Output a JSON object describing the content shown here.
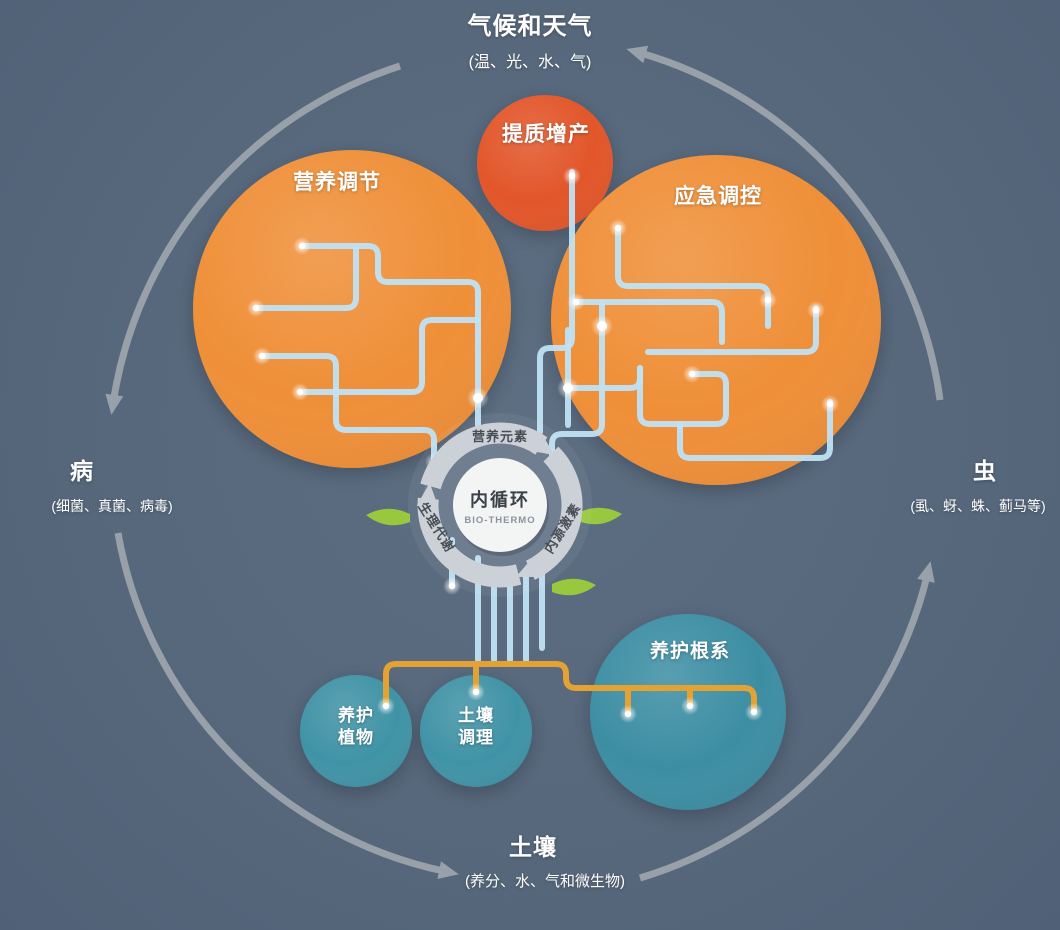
{
  "canvas": {
    "background": "#57687c"
  },
  "cycle": {
    "climate": {
      "title": "气候和天气",
      "subtitle": "(温、光、水、气)"
    },
    "disease": {
      "title": "病",
      "subtitle": "(细菌、真菌、病毒)"
    },
    "insect": {
      "title": "虫",
      "subtitle": "(虱、蚜、蛛、蓟马等)"
    },
    "soil": {
      "title": "土壤",
      "subtitle": "(养分、水、气和微生物)"
    }
  },
  "bubbles": {
    "nutrition": {
      "label": "营养调节",
      "color": "#ef8f38"
    },
    "quality": {
      "label": "提质增产",
      "color": "#e2572a"
    },
    "emergency": {
      "label": "应急调控",
      "color": "#ef8f38"
    },
    "roots": {
      "label": "养护根系",
      "color": "#3e8ea3"
    },
    "plant": {
      "label": "养护植物",
      "color": "#3f93a6"
    },
    "soil_conditioning": {
      "label": "土壤调理",
      "color": "#3f93a6"
    }
  },
  "hub": {
    "title": "内循环",
    "subtitle": "BIO-THERMO",
    "ring_labels": {
      "top": "营养元素",
      "left": "生理代谢",
      "right": "内源激素"
    }
  },
  "palette": {
    "circuit_blue": "#bfe2f4",
    "circuit_amber": "#e3a233",
    "loop_gray": "#a2a9b1",
    "leaf_green": "#97c83e",
    "hub_ring_gray": "#ccd1d7"
  }
}
